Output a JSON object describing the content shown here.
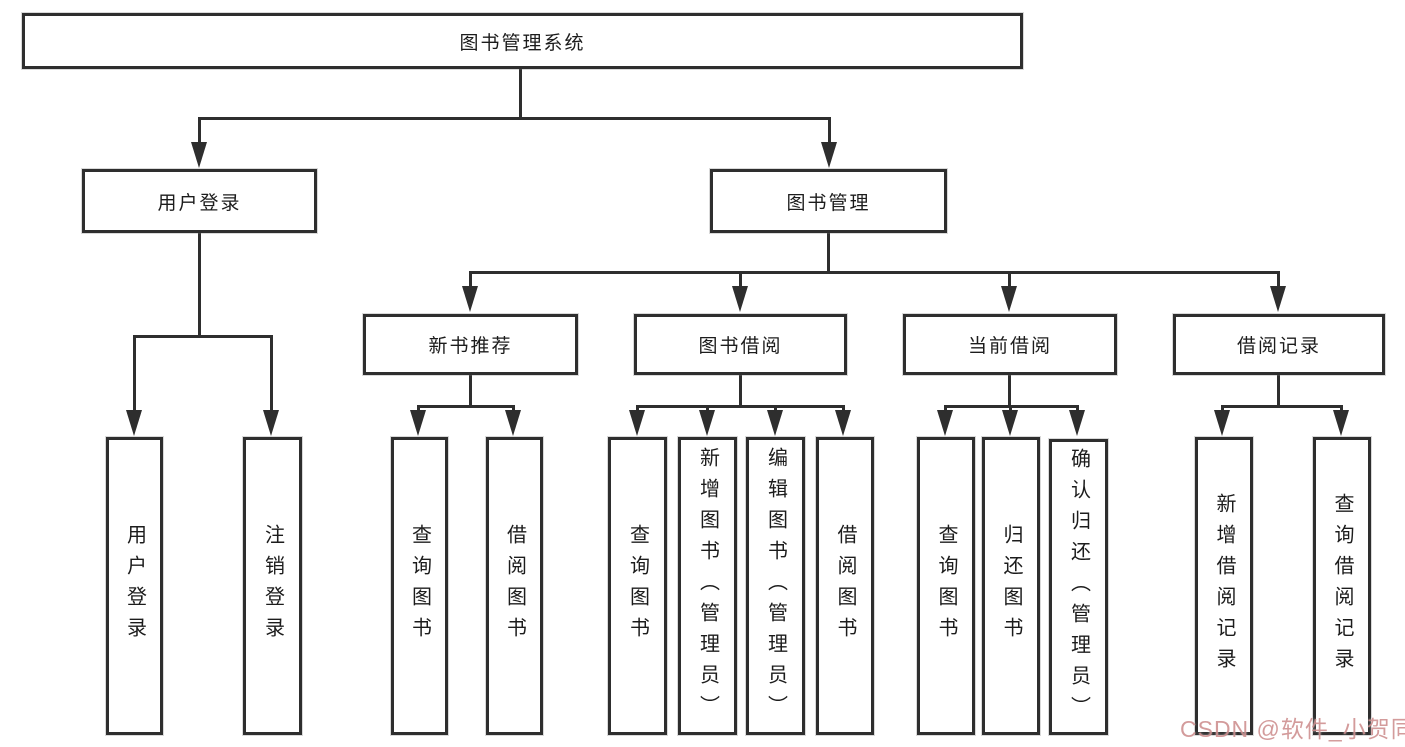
{
  "diagram_type": "hierarchy-tree",
  "colors": {
    "background": "#ffffff",
    "line": "#2e2e2e",
    "box_border": "#2e2e2e",
    "text": "#1c1c1c",
    "watermark": "#cb8a8a"
  },
  "tree": {
    "label": "图书管理系统",
    "children": [
      {
        "label": "用户登录",
        "children": [
          {
            "label": "用户登录"
          },
          {
            "label": "注销登录"
          }
        ]
      },
      {
        "label": "图书管理",
        "children": [
          {
            "label": "新书推荐",
            "children": [
              {
                "label": "查询图书"
              },
              {
                "label": "借阅图书"
              }
            ]
          },
          {
            "label": "图书借阅",
            "children": [
              {
                "label": "查询图书"
              },
              {
                "label": "新增图书（管理员）"
              },
              {
                "label": "编辑图书（管理员）"
              },
              {
                "label": "借阅图书"
              }
            ]
          },
          {
            "label": "当前借阅",
            "children": [
              {
                "label": "查询图书"
              },
              {
                "label": "归还图书"
              },
              {
                "label": "确认归还（管理员）"
              }
            ]
          },
          {
            "label": "借阅记录",
            "children": [
              {
                "label": "新增借阅记录"
              },
              {
                "label": "查询借阅记录"
              }
            ]
          }
        ]
      }
    ]
  },
  "watermark": {
    "text": "CSDN @软件_小贺同学"
  }
}
